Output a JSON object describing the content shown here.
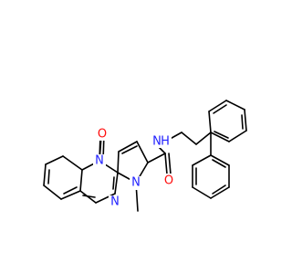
{
  "diagram": {
    "type": "chemical-structure",
    "colors": {
      "bond": "#000000",
      "nitrogen": "#1f1fff",
      "oxygen": "#ff0d0d",
      "background": "#ffffff"
    },
    "atom_labels": {
      "carbonyl_oxygen_ring": "O",
      "amide_oxygen": "O",
      "amide_nitrogen": "N",
      "amide_hydrogen": "H",
      "bridgehead_nitrogen": "N",
      "pyrimidine_nitrogen": "N",
      "pyrrole_nitrogen": "N"
    }
  }
}
